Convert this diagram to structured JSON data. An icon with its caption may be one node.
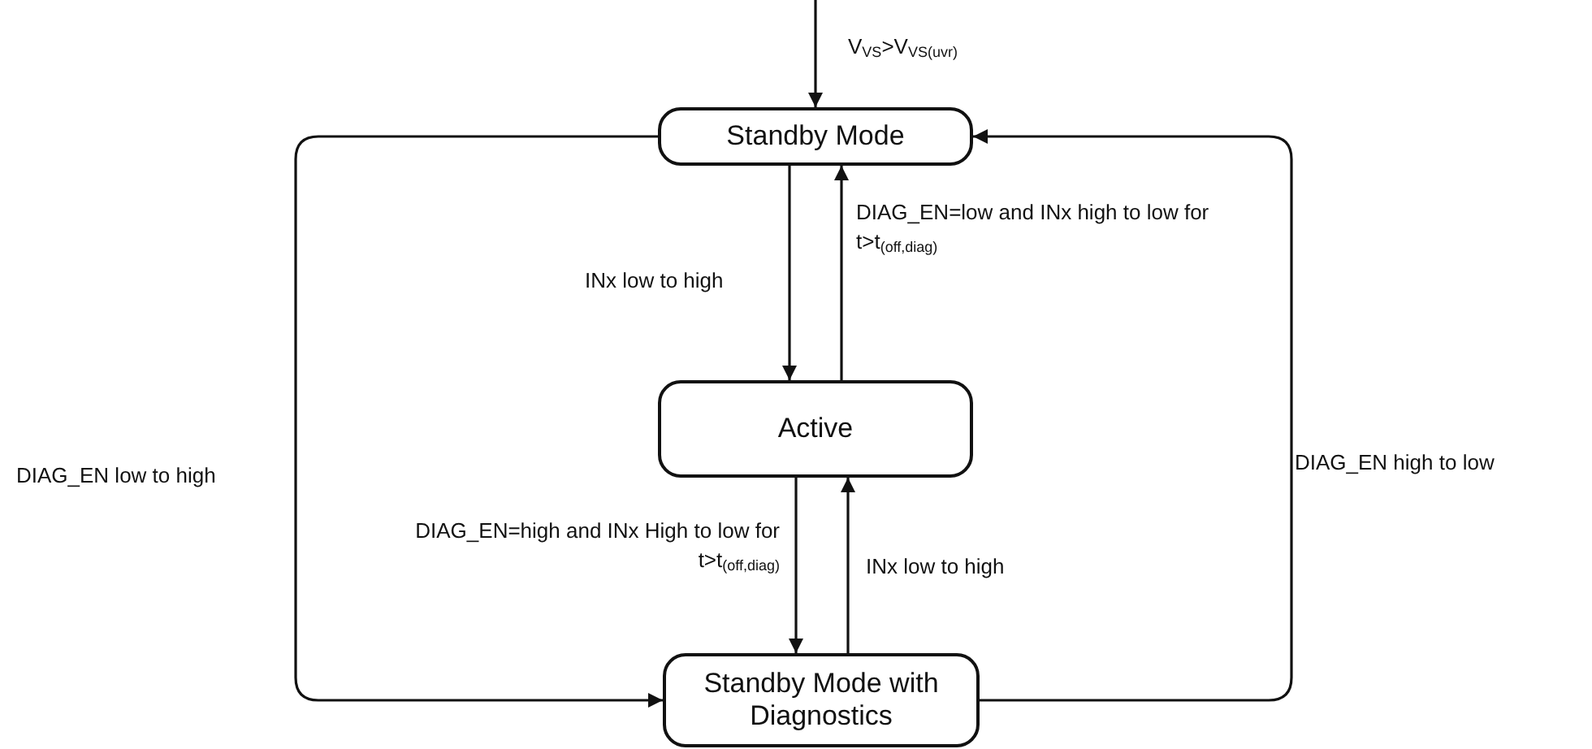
{
  "diagram": {
    "nodes": [
      {
        "text": [
          "Standby Mode"
        ]
      },
      {
        "text": [
          "Active"
        ]
      },
      {
        "text": [
          "Standby Mode with Diagnostics"
        ]
      }
    ],
    "edges": [
      {
        "from": null,
        "to": 0,
        "arrow": "to",
        "label": "V$_{VS}$>V$_{VS(uvr)}$"
      },
      {
        "from": 0,
        "to": 1,
        "arrow": "to",
        "label": "INx low to high"
      },
      {
        "from": 1,
        "to": 0,
        "arrow": "to",
        "label": "DIAG_EN=low and INx high to low for t>t$_{(off,diag)}$"
      },
      {
        "from": 1,
        "to": 2,
        "arrow": "to",
        "label": "DIAG_EN=high and INx High to low for t>t$_{(off,diag)}$"
      },
      {
        "from": 2,
        "to": 1,
        "arrow": "to",
        "label": "INx low to high"
      },
      {
        "from": 0,
        "to": 2,
        "arrow": "to",
        "label": "DIAG_EN low to high"
      },
      {
        "from": 2,
        "to": 0,
        "arrow": "to",
        "label": "DIAG_EN high to low"
      }
    ]
  }
}
